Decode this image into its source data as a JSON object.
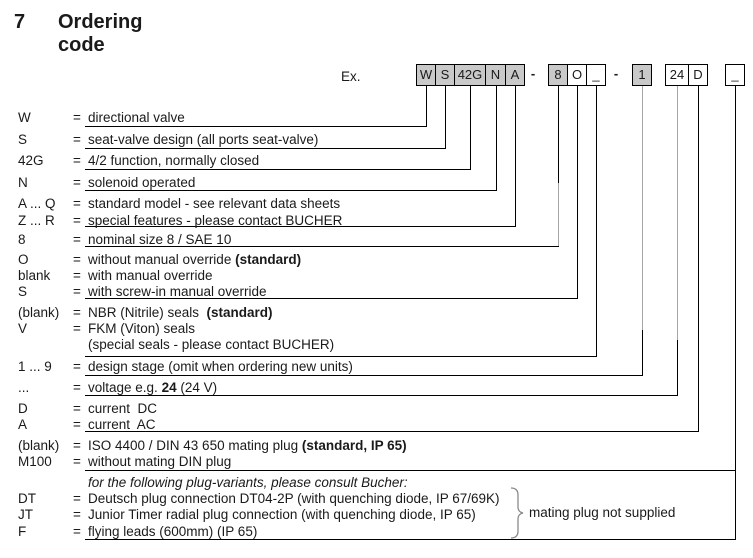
{
  "page": {
    "title_number": "7",
    "title": "Ordering code",
    "example_label": "Ex."
  },
  "equals_sign": "=",
  "code_boxes": [
    {
      "label": "W",
      "gray": true
    },
    {
      "label": "S",
      "gray": true
    },
    {
      "label": "42G",
      "gray": true
    },
    {
      "label": "N",
      "gray": true
    },
    {
      "label": "A",
      "gray": true
    },
    {
      "label": "-",
      "separator": true
    },
    {
      "label": "8",
      "gray": true
    },
    {
      "label": "O",
      "gray": false
    },
    {
      "label": "_",
      "gray": false
    },
    {
      "label": "-",
      "separator": true
    },
    {
      "label": "1",
      "gray": true
    },
    {
      "label": "24",
      "gray": false
    },
    {
      "label": "D",
      "gray": false
    },
    {
      "label": "_",
      "gray": false
    }
  ],
  "rows": [
    {
      "code": "W",
      "eq": true,
      "desc": [
        {
          "t": "directional valve"
        }
      ]
    },
    {
      "code": "S",
      "eq": true,
      "desc": [
        {
          "t": "seat-valve design (all ports seat-valve)"
        }
      ]
    },
    {
      "code": "42G",
      "eq": true,
      "desc": [
        {
          "t": "4/2 function, normally closed"
        }
      ]
    },
    {
      "code": "N",
      "eq": true,
      "desc": [
        {
          "t": "solenoid operated"
        }
      ]
    },
    {
      "code": "A ... Q",
      "eq": true,
      "desc": [
        {
          "t": "standard model - see relevant data sheets"
        }
      ]
    },
    {
      "code": "Z ... R",
      "eq": true,
      "desc": [
        {
          "t": "special features - please contact BUCHER"
        }
      ]
    },
    {
      "code": "8",
      "eq": true,
      "desc": [
        {
          "t": "nominal size 8 / SAE 10"
        }
      ]
    },
    {
      "code": "O",
      "eq": true,
      "desc": [
        {
          "t": "without manual override "
        },
        {
          "t": "(standard)",
          "b": true
        }
      ]
    },
    {
      "code": "blank",
      "eq": true,
      "desc": [
        {
          "t": "with manual override"
        }
      ]
    },
    {
      "code": "S",
      "eq": true,
      "desc": [
        {
          "t": "with screw-in manual override"
        }
      ]
    },
    {
      "code": "(blank)",
      "eq": true,
      "desc": [
        {
          "t": "NBR (Nitrile) seals  "
        },
        {
          "t": "(standard)",
          "b": true
        }
      ]
    },
    {
      "code": "V",
      "eq": true,
      "desc": [
        {
          "t": "FKM (Viton) seals"
        }
      ]
    },
    {
      "code": "",
      "eq": false,
      "desc": [
        {
          "t": "(special seals - please contact BUCHER)"
        }
      ]
    },
    {
      "code": "1 ... 9",
      "eq": true,
      "desc": [
        {
          "t": "design stage (omit when ordering new units)"
        }
      ]
    },
    {
      "code": "...",
      "eq": true,
      "desc": [
        {
          "t": "voltage e.g. "
        },
        {
          "t": "24",
          "b": true
        },
        {
          "t": " (24 V)"
        }
      ]
    },
    {
      "code": "D",
      "eq": true,
      "desc": [
        {
          "t": "current  DC"
        }
      ]
    },
    {
      "code": "A",
      "eq": true,
      "desc": [
        {
          "t": "current  AC"
        }
      ]
    },
    {
      "code": "(blank)",
      "eq": true,
      "desc": [
        {
          "t": "ISO 4400 / DIN 43 650 mating plug "
        },
        {
          "t": "(standard, IP 65)",
          "b": true
        }
      ]
    },
    {
      "code": "M100",
      "eq": true,
      "desc": [
        {
          "t": "without mating DIN plug"
        }
      ]
    },
    {
      "code": "",
      "eq": false,
      "desc": [
        {
          "t": "for the following plug-variants, please consult Bucher:",
          "i": true
        }
      ]
    },
    {
      "code": "DT",
      "eq": true,
      "desc": [
        {
          "t": "Deutsch plug connection DT04-2P (with quenching diode, IP 67/69K)"
        }
      ]
    },
    {
      "code": "JT",
      "eq": true,
      "desc": [
        {
          "t": "Junior Timer radial plug connection (with quenching diode, IP 65)"
        }
      ]
    },
    {
      "code": "F",
      "eq": true,
      "desc": [
        {
          "t": "flying leads (600mm) (IP 65)"
        }
      ]
    }
  ],
  "plug_note": {
    "label": "mating plug not supplied"
  },
  "colors": {
    "box_fill_gray": "#c9c9c9",
    "line_black": "#000000",
    "line_gray": "#a6a6a6",
    "text": "#1a1a1a"
  }
}
